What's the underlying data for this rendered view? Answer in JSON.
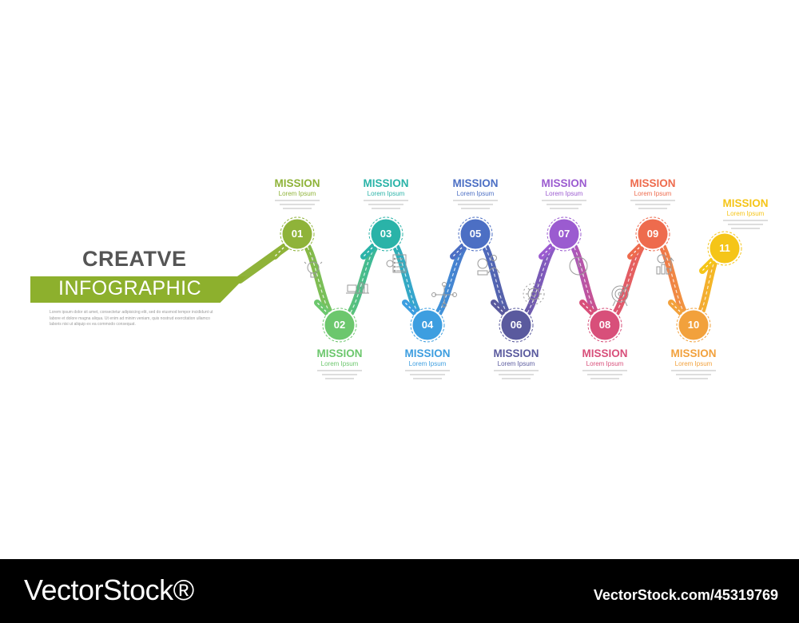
{
  "header": {
    "title_top": "CREATVE",
    "title_banner": "INFOGRAPHIC",
    "description": "Lorem ipsum dolor sit amet, consectetur adipisicing elit, sed do eiusmod tempor incididunt ut labore et dolore magna aliqua. Ut enim ad minim veniam, quis nostrud exercitation ullamco laboris nisi ut aliquip ex ea commodo consequat."
  },
  "steps": [
    {
      "number": "01",
      "title": "MISSION",
      "subtitle": "Lorem Ipsum",
      "color": "#8fb339",
      "position": "top",
      "icon": "lightbulb-icon"
    },
    {
      "number": "02",
      "title": "MISSION",
      "subtitle": "Lorem Ipsum",
      "color": "#6cc76d",
      "position": "bottom",
      "icon": "desk-icon"
    },
    {
      "number": "03",
      "title": "MISSION",
      "subtitle": "Lorem Ipsum",
      "color": "#2ab3a8",
      "position": "top",
      "icon": "checklist-icon"
    },
    {
      "number": "04",
      "title": "MISSION",
      "subtitle": "Lorem Ipsum",
      "color": "#3d9ee0",
      "position": "bottom",
      "icon": "teamwork-icon"
    },
    {
      "number": "05",
      "title": "MISSION",
      "subtitle": "Lorem Ipsum",
      "color": "#4c6fc4",
      "position": "top",
      "icon": "team-icon"
    },
    {
      "number": "06",
      "title": "MISSION",
      "subtitle": "Lorem Ipsum",
      "color": "#5a5a9e",
      "position": "bottom",
      "icon": "gear-icon"
    },
    {
      "number": "07",
      "title": "MISSION",
      "subtitle": "Lorem Ipsum",
      "color": "#9b5bd0",
      "position": "top",
      "icon": "clock-icon"
    },
    {
      "number": "08",
      "title": "MISSION",
      "subtitle": "Lorem Ipsum",
      "color": "#d84f7a",
      "position": "bottom",
      "icon": "target-icon"
    },
    {
      "number": "09",
      "title": "MISSION",
      "subtitle": "Lorem Ipsum",
      "color": "#ee6b4d",
      "position": "top",
      "icon": "growth-icon"
    },
    {
      "number": "10",
      "title": "MISSION",
      "subtitle": "Lorem Ipsum",
      "color": "#f2a13c",
      "position": "bottom",
      "icon": ""
    },
    {
      "number": "11",
      "title": "MISSION",
      "subtitle": "Lorem Ipsum",
      "color": "#f5c518",
      "position": "top",
      "icon": ""
    }
  ],
  "footer": {
    "logo": "VectorStock®",
    "logo_icon": "registered-mark",
    "id_text": "VectorStock.com/45319769",
    "background": "#000000"
  }
}
